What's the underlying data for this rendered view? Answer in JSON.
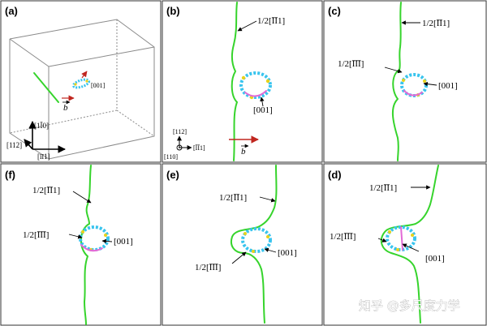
{
  "panels": {
    "a": {
      "label": "(a)",
      "axis_x": "[īī1]",
      "axis_y": "[1Ī0]",
      "axis_z": "[112]",
      "loop_direction": "[001]",
      "burgers_label": "b"
    },
    "b": {
      "label": "(b)",
      "line_direction": "1/2[ĪĪ1]",
      "loop_direction": "[001]",
      "axis_x": "[ĪĪ1]",
      "axis_y": "[112]",
      "axis_z": "[110]",
      "burgers_label": "b"
    },
    "c": {
      "label": "(c)",
      "line_direction": "1/2[ĪĪ1]",
      "loop_burgers": "1/2[ĪĪĪ]",
      "loop_direction": "[001]"
    },
    "d": {
      "label": "(d)",
      "line_direction": "1/2[ĪĪ1]",
      "loop_burgers": "1/2[ĪĪĪ]",
      "loop_direction": "[001]"
    },
    "e": {
      "label": "(e)",
      "line_direction": "1/2[ĪĪ1]",
      "loop_burgers": "1/2[ĪĪĪ]",
      "loop_direction": "[001]"
    },
    "f": {
      "label": "(f)",
      "line_direction": "1/2[ĪĪ1]",
      "loop_burgers": "1/2[ĪĪĪ]",
      "loop_direction": "[001]"
    }
  },
  "watermark": "知乎 @多尺度力学",
  "colors": {
    "dislocation": "#36d42c",
    "loop": "#38c4ee",
    "loop_pink": "#e26ad6",
    "loop_yellow": "#e8d21c",
    "burgers_arrow": "#c0261f"
  },
  "icons": {
    "axis_out_of_plane": "circle-dot-icon"
  }
}
